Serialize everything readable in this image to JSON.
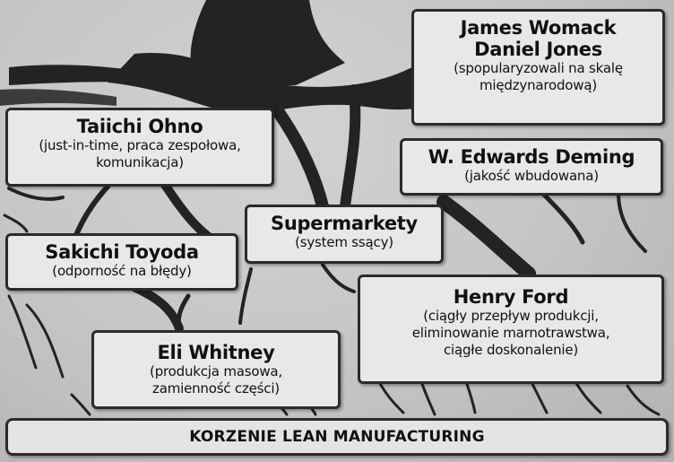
{
  "boxes": [
    {
      "name": "James Womack",
      "name2": "Daniel Jones",
      "desc": "(spopularyzowali na skalę",
      "desc2": "międzynarodową)"
    },
    {
      "name": "Taiichi Ohno",
      "desc": "(just-in-time, praca zespołowa,",
      "desc2": "komunikacja)"
    },
    {
      "name": "W. Edwards Deming",
      "desc": "(jakość wbudowana)"
    },
    {
      "name": "Supermarkety",
      "desc": "(system ssący)"
    },
    {
      "name": "Sakichi Toyoda",
      "desc": "(odporność na błędy)"
    },
    {
      "name": "Henry Ford",
      "desc": "(ciągły przepływ produkcji,",
      "desc2": "eliminowanie marnotrawstwa,",
      "desc3": "ciągłe doskonalenie)"
    },
    {
      "name": "Eli Whitney",
      "desc": "(produkcja masowa,",
      "desc2": "zamienność części)"
    }
  ],
  "footer": "KORZENIE LEAN MANUFACTURING",
  "colors": {
    "roots": "#232323",
    "box_bg": "#e8e8e8",
    "border": "#2b2b2b",
    "background": "#c4c4c4"
  }
}
